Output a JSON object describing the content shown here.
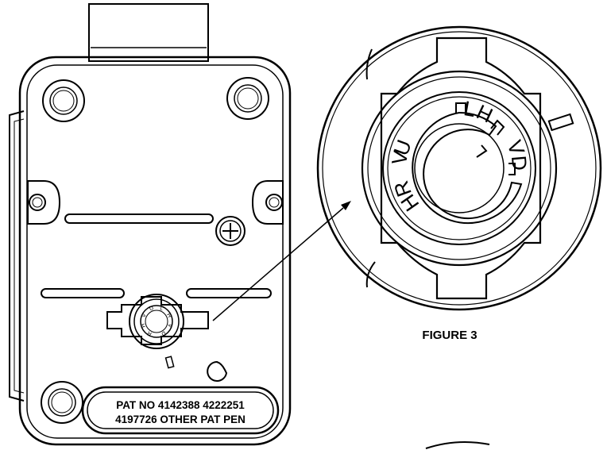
{
  "lock_body": {
    "plate_line_1": "PAT NO 4142388 4222251",
    "plate_line_2": "4197726 OTHER PAT PEN",
    "mini_text": [
      "R",
      "H",
      "V",
      "U",
      "L",
      "H",
      "V",
      "D"
    ]
  },
  "detail": {
    "caption": "FIGURE 3",
    "orientation_labels": [
      {
        "text": "V",
        "rot": -80
      },
      {
        "text": "U",
        "rot": -70
      },
      {
        "text": "L",
        "rot": 10
      },
      {
        "text": "H",
        "rot": 25
      },
      {
        "text": "V",
        "rot": 70
      },
      {
        "text": "D",
        "rot": 85
      },
      {
        "text": "R",
        "rot": -110
      },
      {
        "text": "H",
        "rot": -125
      }
    ]
  },
  "colors": {
    "line": "#000000",
    "background": "#ffffff"
  }
}
